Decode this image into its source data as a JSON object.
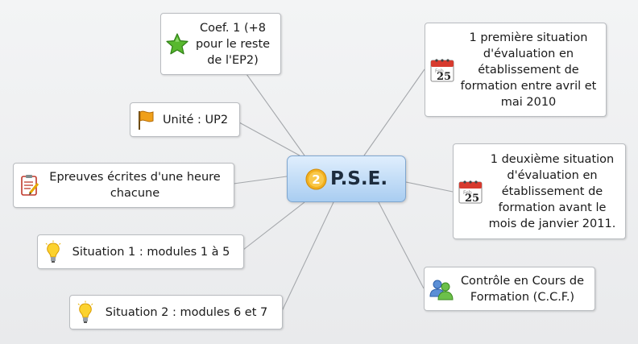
{
  "center": {
    "badge": "2",
    "title": "P.S.E."
  },
  "nodes": {
    "coef": {
      "text": "Coef. 1 (+8 pour le reste de l'EP2)",
      "icon": "green-star-icon"
    },
    "unite": {
      "text": "Unité : UP2",
      "icon": "orange-flag-icon"
    },
    "epreuves": {
      "text": "Epreuves écrites d'une heure chacune",
      "icon": "clipboard-pencil-icon"
    },
    "situation1": {
      "text": "Situation 1 : modules 1 à 5",
      "icon": "lightbulb-icon"
    },
    "situation2": {
      "text": "Situation 2 : modules 6 et 7",
      "icon": "lightbulb-icon"
    },
    "premiere": {
      "text": "1 première situation d'évaluation en établissement de formation entre avril et mai 2010",
      "icon": "calendar-icon"
    },
    "deuxieme": {
      "text": "1 deuxième situation d'évaluation en établissement de formation avant le mois de janvier 2011.",
      "icon": "calendar-icon"
    },
    "ccf": {
      "text": "Contrôle en Cours de Formation (C.C.F.)",
      "icon": "users-icon"
    }
  },
  "calendar": {
    "month": "Feb",
    "day": "25"
  },
  "colors": {
    "link": "#a4a7ab",
    "center_top": "#dfeefd",
    "center_bottom": "#a9cdf1",
    "badge": "#f2b01e",
    "star": "#58b82f",
    "flag": "#f0a01a",
    "calendar_red": "#d73a2e"
  }
}
